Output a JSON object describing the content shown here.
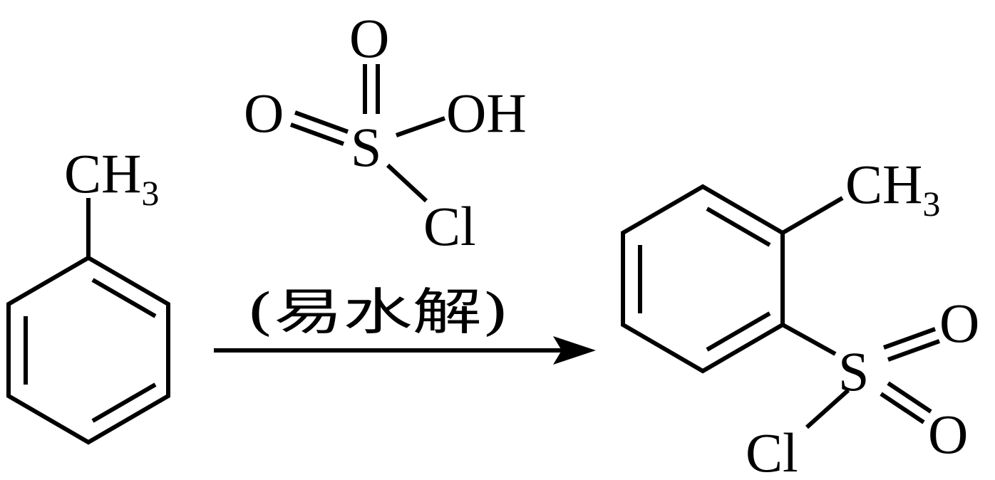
{
  "reactant": {
    "methyl_label": "CH",
    "methyl_subscript": "3"
  },
  "reagent": {
    "oxygen_top": "O",
    "oxygen_left": "O",
    "sulfur": "S",
    "hydroxyl": "OH",
    "chlorine": "Cl"
  },
  "condition": {
    "note": "(易水解)"
  },
  "product": {
    "methyl_label": "CH",
    "methyl_subscript": "3",
    "sulfur": "S",
    "oxygen_upper": "O",
    "oxygen_lower": "O",
    "chlorine": "Cl"
  }
}
